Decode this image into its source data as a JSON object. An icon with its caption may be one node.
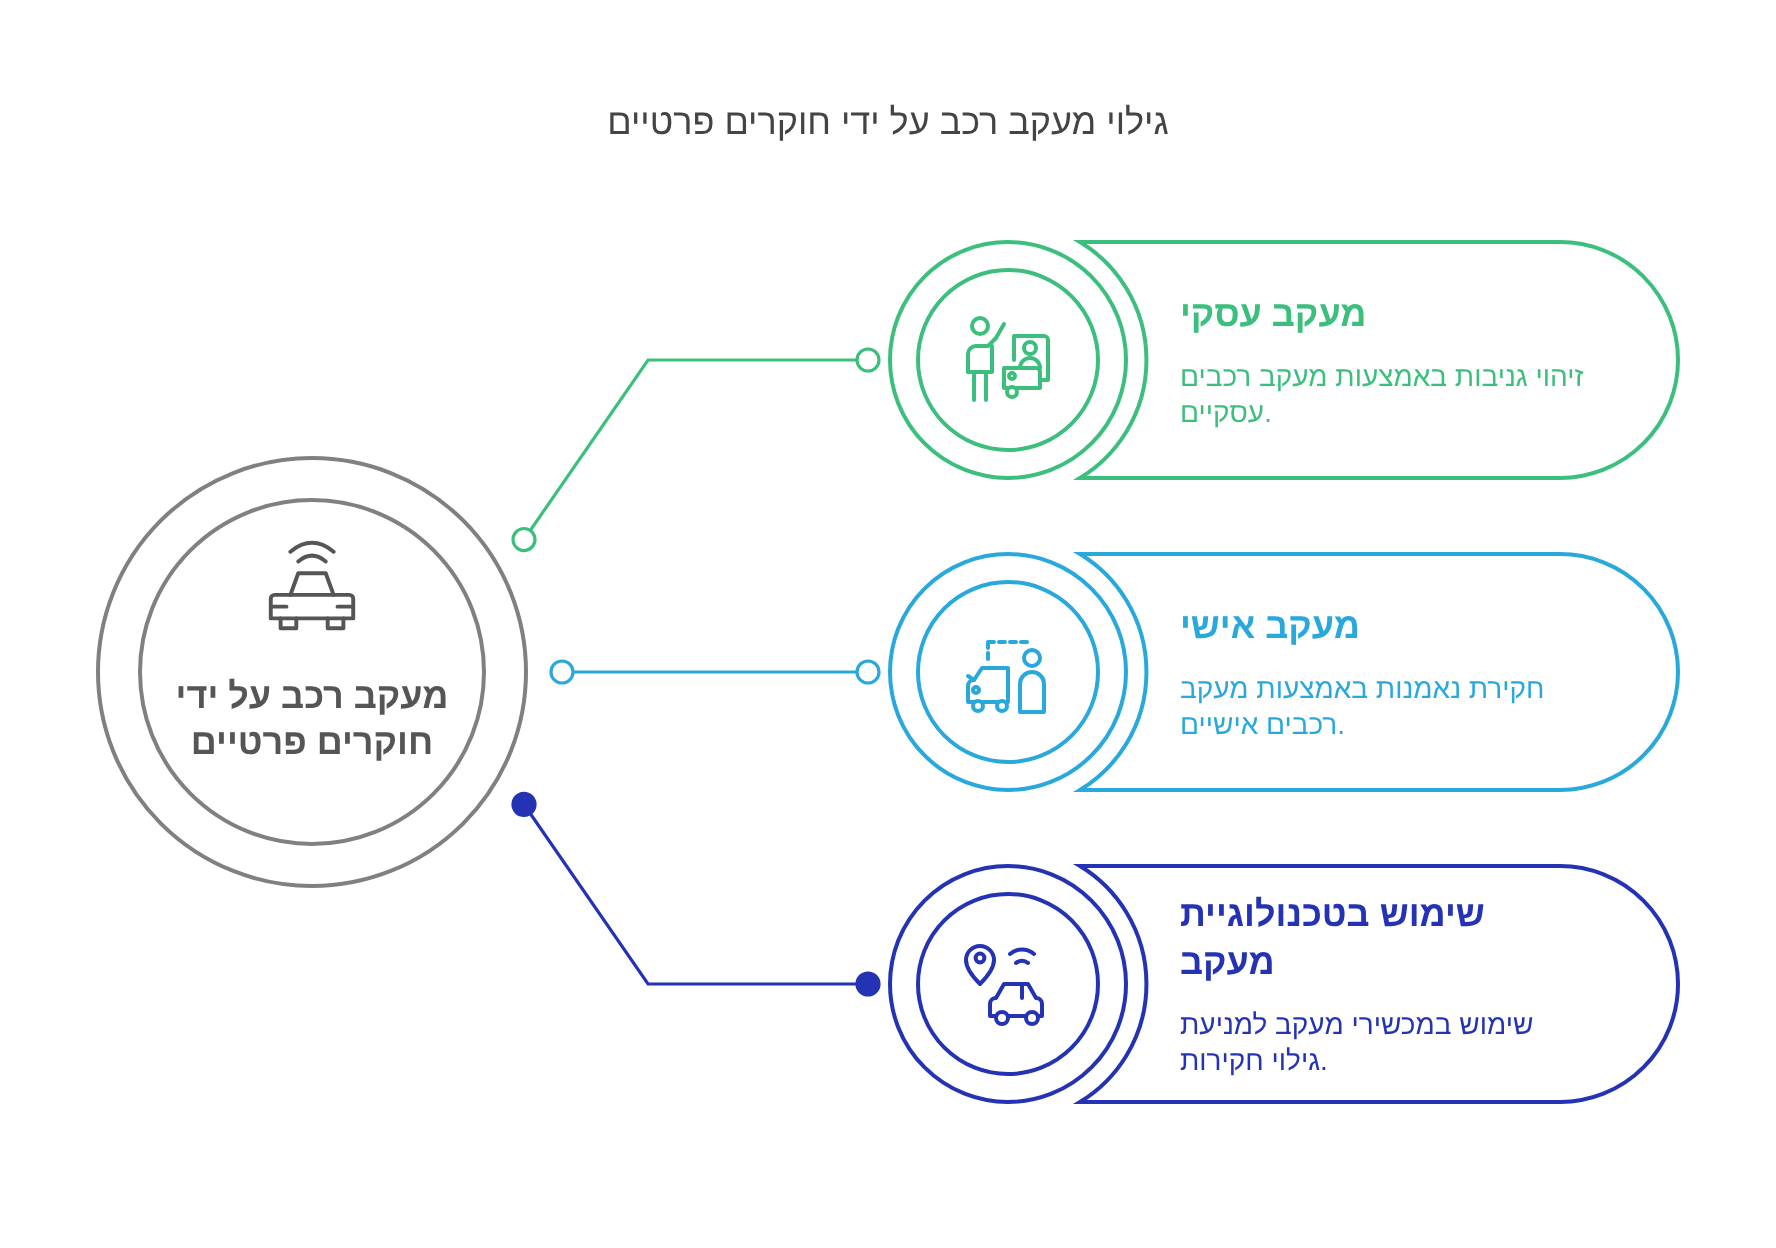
{
  "diagram": {
    "title": "גילוי מעקב רכב על ידי חוקרים פרטיים",
    "nodes": [
      {
        "text": [
          "מעקב רכב על ידי חוקרים פרטיים"
        ]
      },
      {
        "text": [],
        "shape": "circle"
      },
      {
        "text": [
          "מעקב עסקי",
          "זיהוי גניבות באמצעות מעקב רכבים עסקיים."
        ]
      },
      {
        "text": [],
        "shape": "circle"
      },
      {
        "text": [
          "מעקב אישי",
          "חקירת נאמנות באמצעות מעקב רכבים אישיים."
        ]
      },
      {
        "text": [],
        "shape": "circle"
      },
      {
        "text": [
          "שימוש בטכנולוגיית מעקב",
          "שימוש במכשירי מעקב למניעת גילוי חקירות."
        ]
      }
    ],
    "edges": [
      {
        "from": 0,
        "to": 1,
        "arrow": "other",
        "color": "#3cbf7c"
      },
      {
        "from": 0,
        "to": 3,
        "arrow": "other",
        "color": "#29a8dc"
      },
      {
        "from": 0,
        "to": 5,
        "arrow": "other",
        "color": "#2433b3"
      }
    ]
  }
}
